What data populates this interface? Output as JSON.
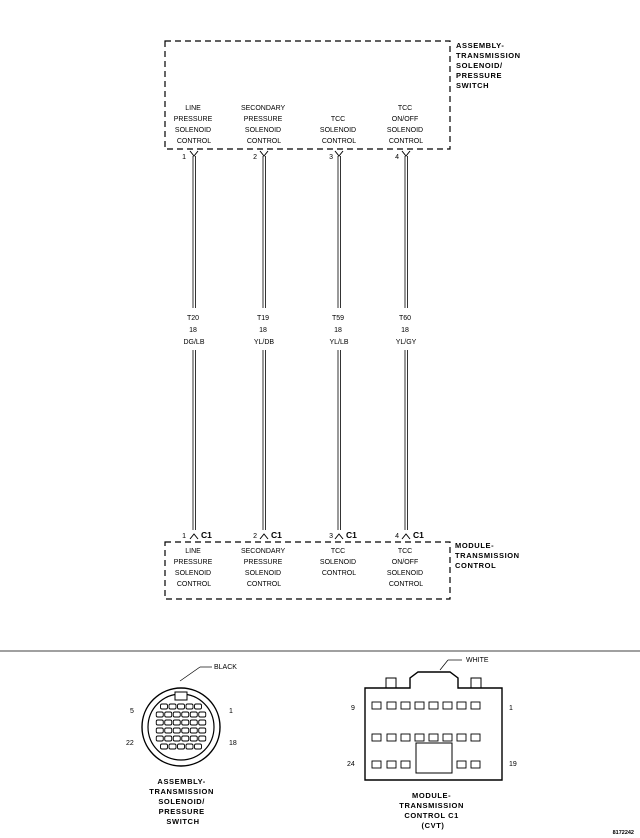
{
  "top_component": {
    "title_lines": [
      "ASSEMBLY-",
      "TRANSMISSION",
      "SOLENOID/",
      "PRESSURE",
      "SWITCH"
    ],
    "pins": [
      {
        "label_lines": [
          "LINE",
          "PRESSURE",
          "SOLENOID",
          "CONTROL"
        ],
        "pin": "1"
      },
      {
        "label_lines": [
          "SECONDARY",
          "PRESSURE",
          "SOLENOID",
          "CONTROL"
        ],
        "pin": "2"
      },
      {
        "label_lines": [
          "TCC",
          "SOLENOID",
          "CONTROL"
        ],
        "pin": "3"
      },
      {
        "label_lines": [
          "TCC",
          "ON/OFF",
          "SOLENOID",
          "CONTROL"
        ],
        "pin": "4"
      }
    ]
  },
  "wires": [
    {
      "circuit": "T20",
      "gauge": "18",
      "color": "DG/LB"
    },
    {
      "circuit": "T19",
      "gauge": "18",
      "color": "YL/DB"
    },
    {
      "circuit": "T59",
      "gauge": "18",
      "color": "YL/LB"
    },
    {
      "circuit": "T60",
      "gauge": "18",
      "color": "YL/GY"
    }
  ],
  "bottom_component": {
    "title_lines": [
      "MODULE-",
      "TRANSMISSION",
      "CONTROL"
    ],
    "connector": "C1",
    "pins": [
      {
        "label_lines": [
          "LINE",
          "PRESSURE",
          "SOLENOID",
          "CONTROL"
        ],
        "pin": "1"
      },
      {
        "label_lines": [
          "SECONDARY",
          "PRESSURE",
          "SOLENOID",
          "CONTROL"
        ],
        "pin": "2"
      },
      {
        "label_lines": [
          "TCC",
          "SOLENOID",
          "CONTROL"
        ],
        "pin": "3"
      },
      {
        "label_lines": [
          "TCC",
          "ON/OFF",
          "SOLENOID",
          "CONTROL"
        ],
        "pin": "4"
      }
    ]
  },
  "connector_views": {
    "left": {
      "color_label": "BLACK",
      "pin_numbers": [
        "5",
        "1",
        "22",
        "18"
      ],
      "caption_lines": [
        "ASSEMBLY-",
        "TRANSMISSION",
        "SOLENOID/",
        "PRESSURE",
        "SWITCH"
      ]
    },
    "right": {
      "color_label": "WHITE",
      "pin_numbers": [
        "9",
        "1",
        "24",
        "19"
      ],
      "caption_lines": [
        "MODULE-",
        "TRANSMISSION",
        "CONTROL C1",
        "(CVT)"
      ]
    }
  },
  "figure_id": "8172242"
}
